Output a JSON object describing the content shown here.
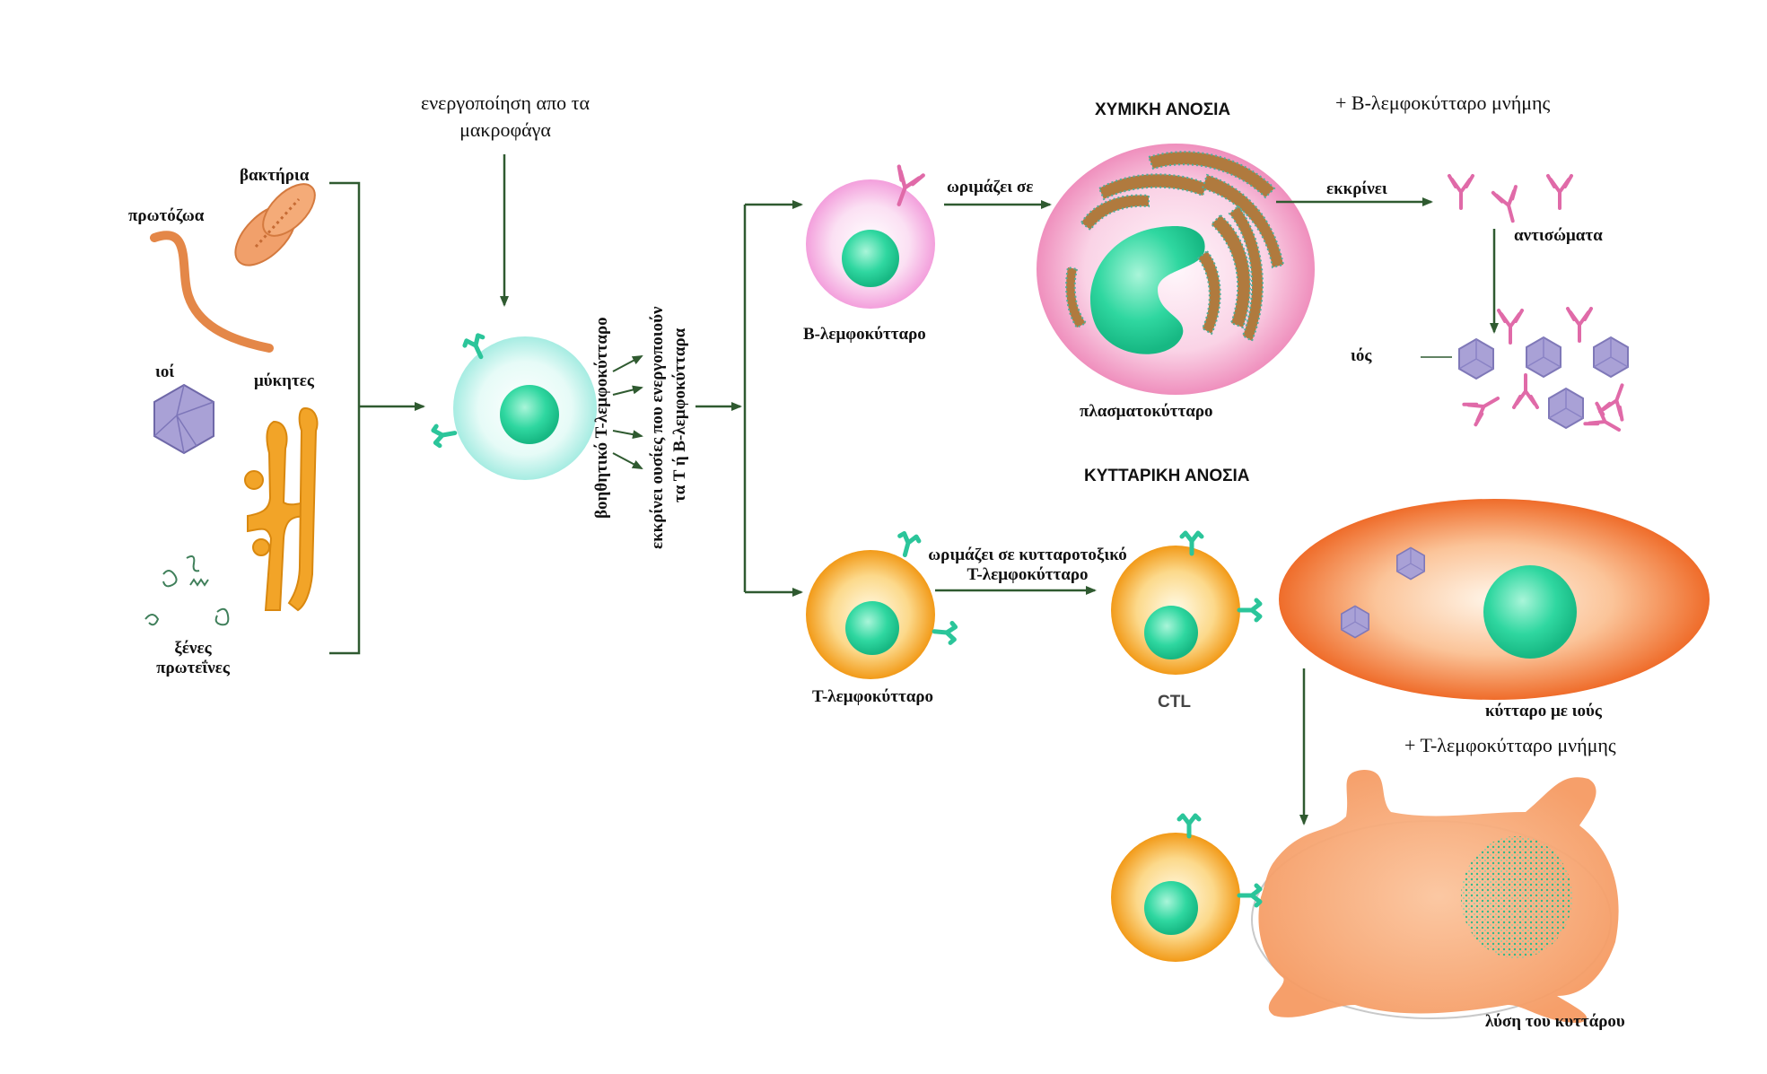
{
  "labels": {
    "activation_macrophages_1": "ενεργοποίηση απο τα",
    "activation_macrophages_2": "μακροφάγα",
    "bacteria": "βακτήρια",
    "protozoa": "πρωτόζωα",
    "viruses": "ιοί",
    "fungi": "μύκητες",
    "foreign_proteins_1": "ξένες",
    "foreign_proteins_2": "πρωτεΐνες",
    "helper_t": "βοηθητικό Τ-λεμφοκύτταρο",
    "secretes_1": "εκκρίνει ουσίες που ενεργοποιούν",
    "secretes_2": "τα Τ ή Β-λεμφοκύτταρα",
    "b_lymphocyte": "Β-λεμφοκύτταρο",
    "matures_into": "ωριμάζει σε",
    "humoral_immunity": "ΧΥΜΙΚΗ ΑΝΟΣΙΑ",
    "b_memory": "+ Β-λεμφοκύτταρο μνήμης",
    "secretes": "εκκρίνει",
    "antibodies": "αντισώματα",
    "virus": "ιός",
    "plasma_cell": "πλασματοκύτταρο",
    "cellular_immunity": "ΚΥΤΤΑΡΙΚΗ ΑΝΟΣΙΑ",
    "matures_cytotoxic_1": "ωριμάζει σε κυτταροτοξικό",
    "matures_cytotoxic_2": "Τ-λεμφοκύτταρο",
    "t_lymphocyte": "Τ-λεμφοκύτταρο",
    "ctl": "CTL",
    "infected_cell": "κύτταρο με ιούς",
    "t_memory": "+ Τ-λεμφοκύτταρο μνήμης",
    "cell_lysis": "λύση του κυττάρου"
  },
  "colors": {
    "arrow": "#2f5a30",
    "helper_cell": "#bdf1ea",
    "nucleus": "#2fd7a0",
    "b_cell": "#f7b6e4",
    "t_cell": "#f5a623",
    "plasma_cell": "#f4a0c6",
    "infected_cell": "#f07a3a",
    "antibody": "#e06aa8",
    "virus_particle": "#a9a1d6",
    "receptor": "#2bc59a"
  }
}
